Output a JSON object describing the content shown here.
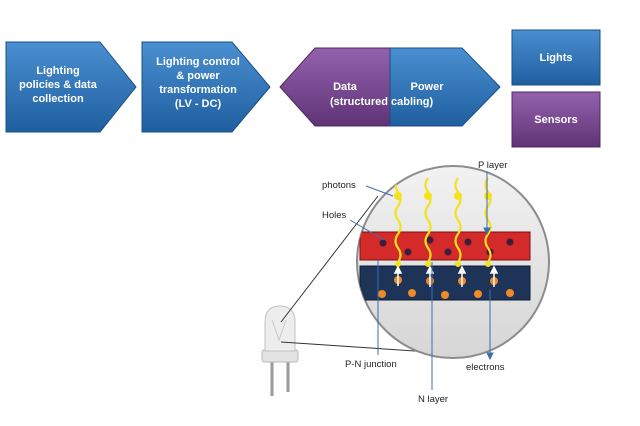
{
  "flow": {
    "step1": {
      "line1": "Lighting",
      "line2": "policies & data",
      "line3": "collection"
    },
    "step2": {
      "line1": "Lighting control",
      "line2": "& power",
      "line3": "transformation",
      "line4": "(LV - DC)"
    },
    "step3_left": {
      "line1": "Data",
      "line2": "(structured"
    },
    "step3_right": {
      "line1": "Power",
      "line2": "cabling)"
    },
    "lights": "Lights",
    "sensors": "Sensors"
  },
  "led": {
    "photons": "photons",
    "holes": "Holes",
    "p_layer": "P layer",
    "pn_junction": "P-N junction",
    "electrons": "electrons",
    "n_layer": "N layer"
  },
  "colors": {
    "blue": "#2e74b5",
    "purple": "#7b4a94",
    "red_layer": "#d42a2a",
    "navy_layer": "#1e3358",
    "photon": "#f4e21c",
    "electron": "#ee8a2a"
  }
}
